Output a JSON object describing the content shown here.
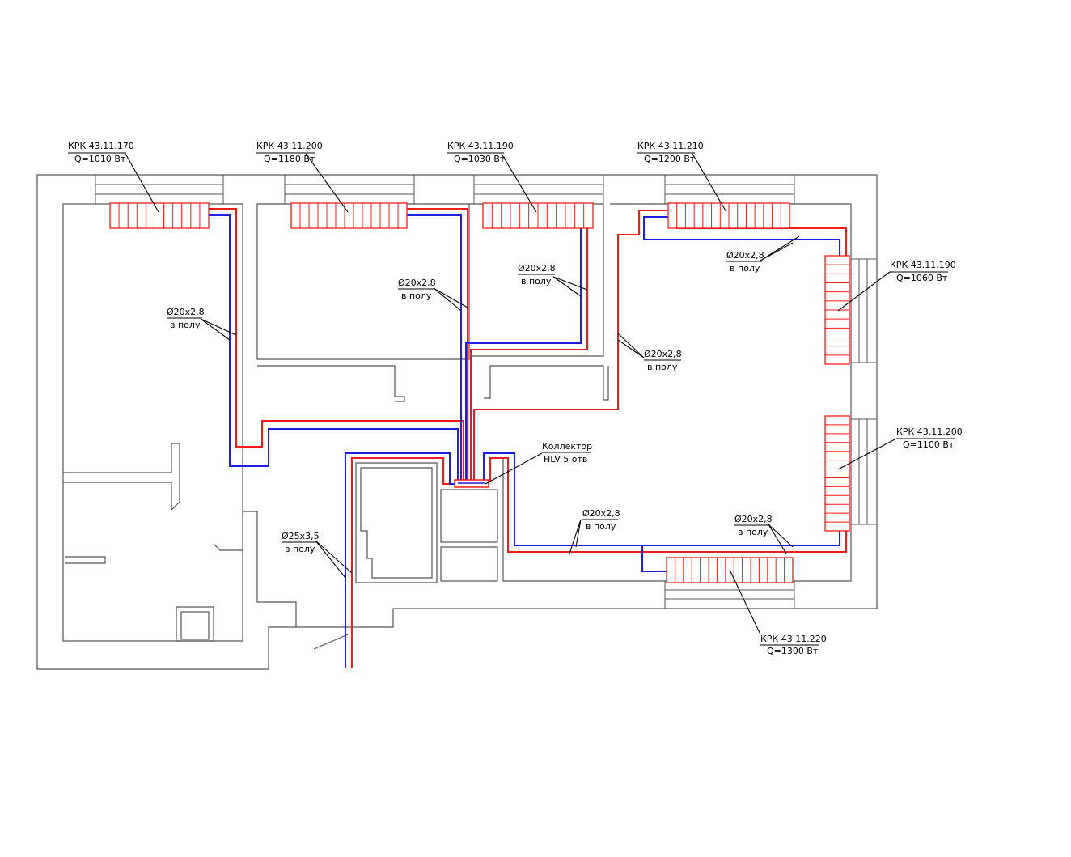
{
  "radiators": [
    {
      "id": "r1",
      "model": "КРК 43.11.170",
      "power": "Q=1010 Вт"
    },
    {
      "id": "r2",
      "model": "КРК 43.11.200",
      "power": "Q=1180 Вт"
    },
    {
      "id": "r3",
      "model": "КРК 43.11.190",
      "power": "Q=1030 Вт"
    },
    {
      "id": "r4",
      "model": "КРК 43.11.210",
      "power": "Q=1200 Вт"
    },
    {
      "id": "r5",
      "model": "КРК 43.11.190",
      "power": "Q=1060 Вт"
    },
    {
      "id": "r6",
      "model": "КРК 43.11.200",
      "power": "Q=1100 Вт"
    },
    {
      "id": "r7",
      "model": "КРК 43.11.220",
      "power": "Q=1300 Вт"
    }
  ],
  "pipes": [
    {
      "id": "p1",
      "size": "Ø20х2,8",
      "note": "в полу"
    },
    {
      "id": "p2",
      "size": "Ø20х2,8",
      "note": "в полу"
    },
    {
      "id": "p3",
      "size": "Ø20х2,8",
      "note": "в полу"
    },
    {
      "id": "p4",
      "size": "Ø20х2,8",
      "note": "в полу"
    },
    {
      "id": "p5",
      "size": "Ø20х2,8",
      "note": "в полу"
    },
    {
      "id": "p6",
      "size": "Ø20х2,8",
      "note": "в полу"
    },
    {
      "id": "p7",
      "size": "Ø20х2,8",
      "note": "в полу"
    },
    {
      "id": "p8",
      "size": "Ø25х3,5",
      "note": "в полу"
    }
  ],
  "collector": {
    "title": "Коллектор",
    "spec": "HLV 5 отв"
  },
  "colors": {
    "supply": "#ee1c1c",
    "return": "#1f1fdd",
    "walls": "#555555"
  }
}
